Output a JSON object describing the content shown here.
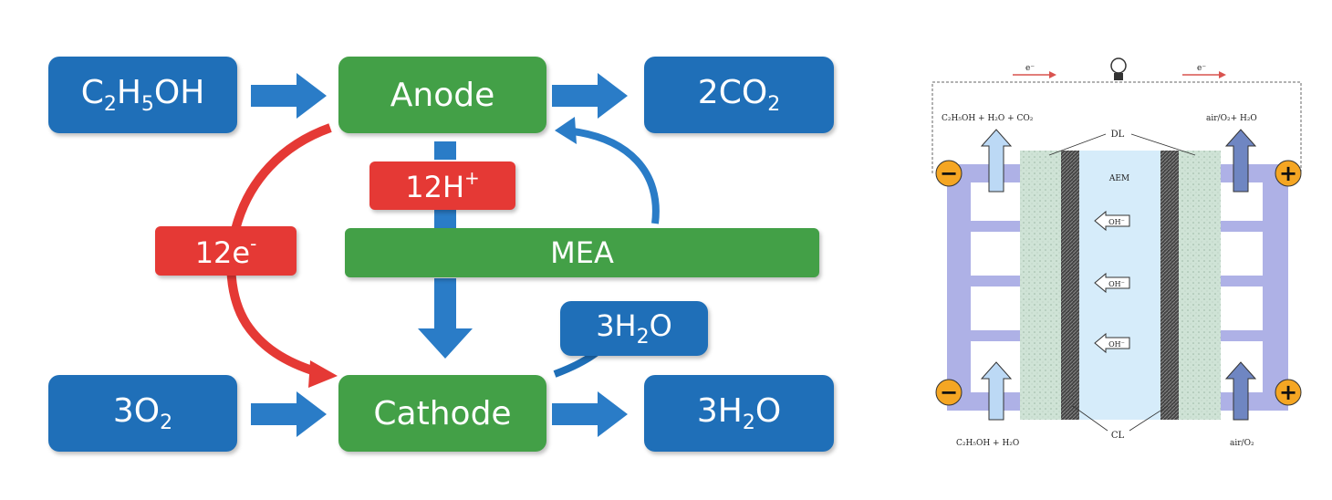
{
  "flow": {
    "fuel": {
      "main": "C",
      "sub1": "2",
      "mid": "H",
      "sub2": "5",
      "tail": "OH"
    },
    "anode": "Anode",
    "co2": {
      "prefix": "2CO",
      "sub": "2"
    },
    "protons": {
      "main": "12H",
      "sup": "+"
    },
    "electrons": {
      "main": "12e",
      "sup": "-"
    },
    "mea": "MEA",
    "water_mid": {
      "prefix": "3H",
      "sub": "2",
      "tail": "O"
    },
    "oxygen": {
      "prefix": "3O",
      "sub": "2"
    },
    "cathode": "Cathode",
    "water_out": {
      "prefix": "3H",
      "sub": "2",
      "tail": "O"
    }
  },
  "cell": {
    "electron_top_left": "e⁻",
    "electron_top_right": "e⁻",
    "anode_outlet": "C₂H₅OH + H₂O + CO₂",
    "cathode_outlet": "air/O₂+ H₂O",
    "dl_label": "DL",
    "aem_label": "AEM",
    "hydroxide_1": "OH⁻",
    "hydroxide_2": "OH⁻",
    "hydroxide_3": "OH⁻",
    "minus_top": "−",
    "plus_top": "+",
    "minus_bottom": "−",
    "plus_bottom": "+",
    "cl_label": "CL",
    "anode_inlet": "C₂H₅OH + H₂O",
    "cathode_inlet": "air/O₂"
  },
  "colors": {
    "blue": "#1f6fb8",
    "green": "#43a047",
    "red": "#e53935",
    "arrow_blue": "#2a7cc7",
    "frame": "#aeb1e6",
    "membrane": "#d6ecfa",
    "cl": "#555555",
    "dl": "#cfe3d6",
    "terminal": "#f5a623"
  }
}
